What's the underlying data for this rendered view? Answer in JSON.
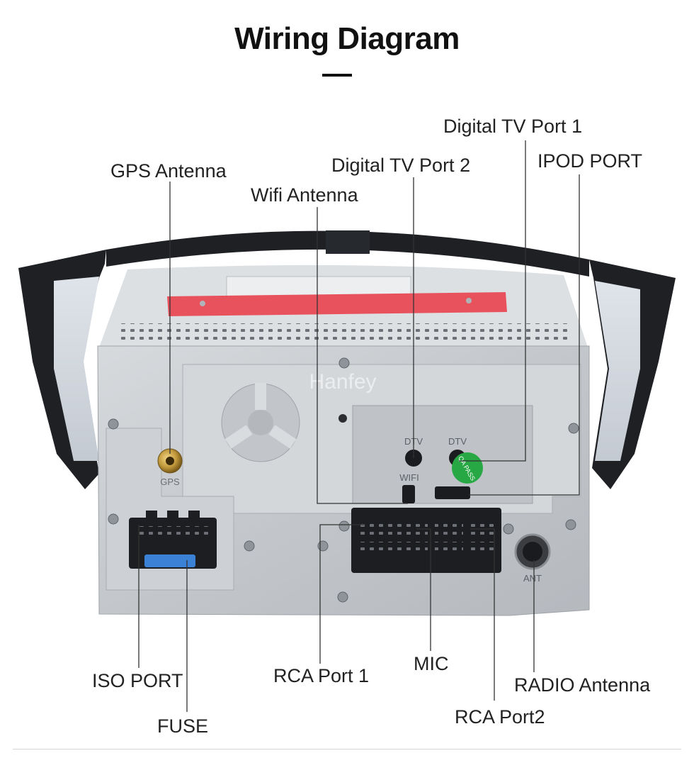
{
  "title": "Wiring Diagram",
  "watermark": "Hanfey",
  "unit_markings": {
    "gps": "GPS",
    "dtv_left": "DTV",
    "dtv_right": "DTV",
    "wifi": "WIFI",
    "ant": "ANT",
    "qa_pass": "QA PASS"
  },
  "labels": {
    "digital_tv_port_1": "Digital TV Port 1",
    "digital_tv_port_2": "Digital TV Port 2",
    "ipod_port": "IPOD PORT",
    "gps_antenna": "GPS Antenna",
    "wifi_antenna": "Wifi Antenna",
    "iso_port": "ISO PORT",
    "fuse": "FUSE",
    "rca_port_1": "RCA Port 1",
    "mic": "MIC",
    "rca_port_2": "RCA Port2",
    "radio_antenna": "RADIO Antenna"
  },
  "colors": {
    "title": "#111111",
    "callout_line": "#333333",
    "chassis": "#c9ccd0",
    "frame": "#1e2024",
    "warning_sticker": "#e8525d",
    "qa_sticker": "#27a844",
    "fuse": "#3b82d6"
  }
}
